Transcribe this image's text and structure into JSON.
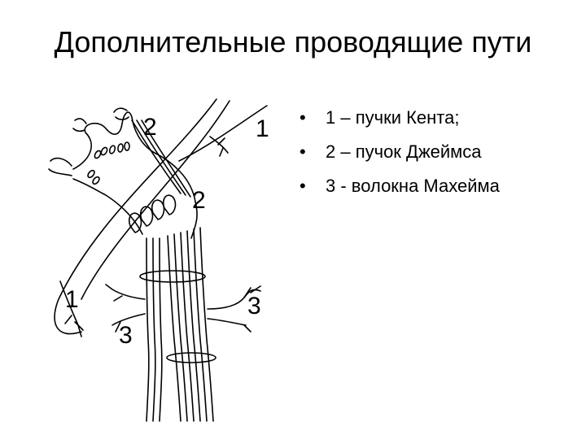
{
  "title": "Дополнительные проводящие пути",
  "bullets": [
    "1 – пучки Кента;",
    "2 – пучок Джеймса",
    "3 - волокна Махейма"
  ],
  "diagram": {
    "labels": {
      "top_2": "2",
      "top_1": "1",
      "mid_2": "2",
      "left_1": "1",
      "bottom_3": "3",
      "right_3": "3"
    }
  }
}
